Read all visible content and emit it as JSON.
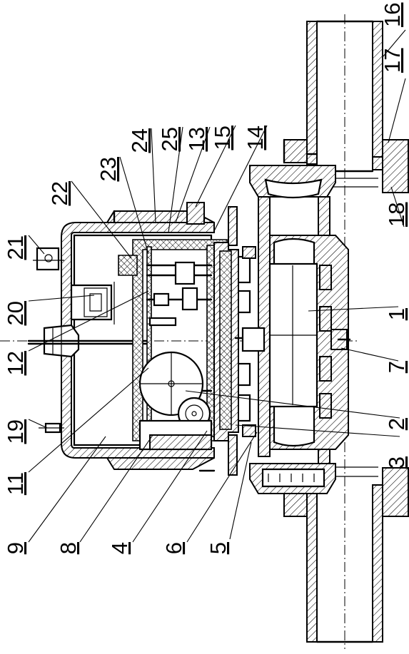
{
  "diagram": {
    "type": "technical-cross-section",
    "colors": {
      "ink": "#000000",
      "paper": "#ffffff"
    },
    "callouts": [
      {
        "id": "c1",
        "label": "1"
      },
      {
        "id": "c2",
        "label": "2"
      },
      {
        "id": "c3",
        "label": "3"
      },
      {
        "id": "c4",
        "label": "4"
      },
      {
        "id": "c5",
        "label": "5"
      },
      {
        "id": "c6",
        "label": "6"
      },
      {
        "id": "c7",
        "label": "7"
      },
      {
        "id": "c8",
        "label": "8"
      },
      {
        "id": "c9",
        "label": "9"
      },
      {
        "id": "c11",
        "label": "11"
      },
      {
        "id": "c12",
        "label": "12"
      },
      {
        "id": "c13",
        "label": "13"
      },
      {
        "id": "c14",
        "label": "14"
      },
      {
        "id": "c15",
        "label": "15"
      },
      {
        "id": "c16",
        "label": "16"
      },
      {
        "id": "c17",
        "label": "17"
      },
      {
        "id": "c18",
        "label": "18"
      },
      {
        "id": "c19",
        "label": "19"
      },
      {
        "id": "c20",
        "label": "20"
      },
      {
        "id": "c21",
        "label": "21"
      },
      {
        "id": "c22",
        "label": "22"
      },
      {
        "id": "c23",
        "label": "23"
      },
      {
        "id": "c24",
        "label": "24"
      },
      {
        "id": "c25",
        "label": "25"
      }
    ]
  }
}
